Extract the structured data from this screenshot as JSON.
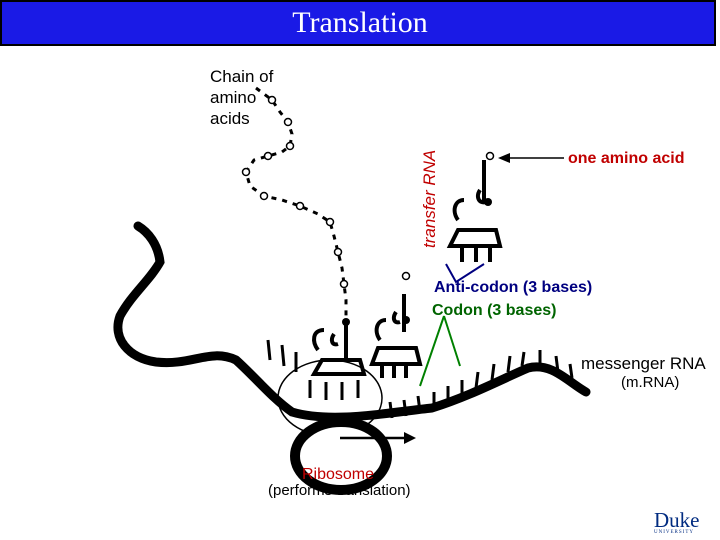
{
  "title": "Translation",
  "labels": {
    "chain": [
      "Chain of",
      "amino",
      "acids"
    ],
    "trna": "transfer RNA",
    "amino_acid": "one amino acid",
    "anticodon": "Anti-codon (3 bases)",
    "codon": "Codon (3 bases)",
    "mrna": "messenger RNA",
    "mrna_abbrev": "(m.RNA)",
    "ribosome": "Ribosome",
    "ribosome_note": "(performs translation)"
  },
  "logo": {
    "main": "Duke",
    "sub": "UNIVERSITY"
  },
  "colors": {
    "title_bg": "#1a1ae6",
    "title_text": "#ffffff",
    "amino_label": "#c00000",
    "anticodon_label": "#000080",
    "codon_label": "#006400",
    "pointer_lines": "#008000"
  }
}
